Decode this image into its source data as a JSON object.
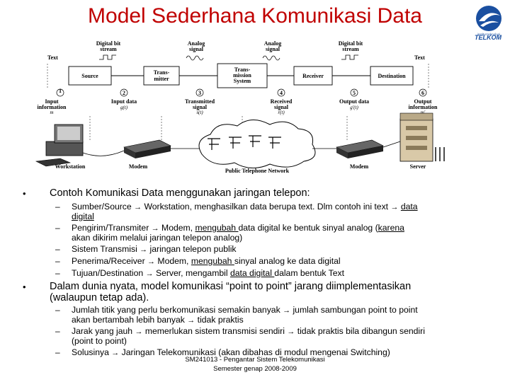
{
  "title": "Model Sederhana Komunikasi Data",
  "logo": {
    "text": "TELKOM",
    "sub": "institut teknologi"
  },
  "diagram": {
    "top_labels": [
      "Digital bit",
      "stream",
      "Analog",
      "signal",
      "Analog",
      "signal",
      "Digital bit",
      "stream"
    ],
    "text_left": "Text",
    "text_right": "Text",
    "blocks": [
      "Source",
      "Trans-",
      "mitter",
      "Trans-",
      "mission",
      "System",
      "Receiver",
      "Destination"
    ],
    "step_labels": [
      "Input",
      "information",
      "m",
      "Input data",
      "g(t)",
      "Transmitted",
      "signal",
      "s(t)",
      "Received",
      "signal",
      "r(t)",
      "Output data",
      "g'(t)",
      "Output",
      "information",
      "m'"
    ],
    "step_numbers": [
      "1",
      "2",
      "3",
      "4",
      "5",
      "6"
    ],
    "bottom_labels": [
      "Workstation",
      "Modem",
      "Public Telephone Network",
      "Modem",
      "Server"
    ]
  },
  "bullets": {
    "b1": "Contoh Komunikasi Data menggunakan jaringan telepon:",
    "b1_items": {
      "i1_a": "Sumber/Source",
      "i1_b": " Workstation, menghasilkan data berupa text. Dlm contoh ini text",
      "i1_c": "data",
      "i1_d": "digital",
      "i2_a": "Pengirim/Transmiter",
      "i2_b": " Modem, ",
      "i2_c": "mengubah ",
      "i2_d": "data digital ke bentuk sinyal analog (",
      "i2_e": "karena",
      "i2_f": "akan dikirim melalui jaringan telepon analog)",
      "i3_a": "Sistem Transmisi",
      "i3_b": " jaringan telepon publik",
      "i4_a": "Penerima/Receiver",
      "i4_b": " Modem, ",
      "i4_c": "mengubah ",
      "i4_d": "sinyal analog ke data digital",
      "i5_a": "Tujuan/Destination",
      "i5_b": " Server, mengambil ",
      "i5_c": "data digital ",
      "i5_d": "dalam bentuk Text"
    },
    "b2_l1": "Dalam dunia nyata, model komunikasi “point to point” jarang diimplementasikan",
    "b2_l2": "(walaupun tetap ada).",
    "b2_items": {
      "j1_a": "Jumlah titik yang perlu berkomunikasi semakin banyak",
      "j1_b": " jumlah sambungan point to point",
      "j1_c": "akan bertambah lebih banyak",
      "j1_d": " tidak praktis",
      "j2_a": "Jarak yang jauh",
      "j2_b": " memerlukan sistem transmisi sendiri",
      "j2_c": " tidak praktis bila dibangun sendiri",
      "j2_d": "(point to point)",
      "j3_a": "Solusinya",
      "j3_b": " Jaringan Telekomunikasi (akan dibahas di modul mengenai Switching)"
    }
  },
  "bullet_symbol": "•",
  "dash_symbol": "–",
  "arrow": "→",
  "footer": {
    "line1": "SM241013 - Pengantar Sistem Telekomunikasi",
    "line2": "Semester genap 2008-2009"
  }
}
